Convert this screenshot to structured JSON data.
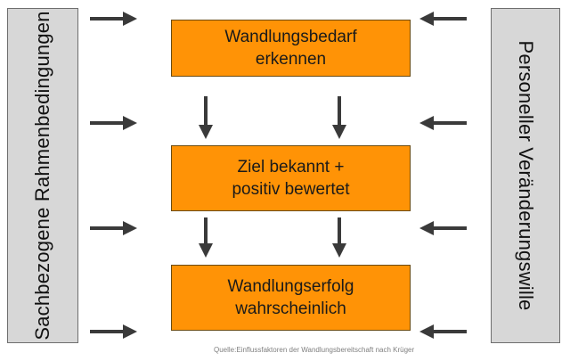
{
  "left_panel": {
    "label": "Sachbezogene Rahmenbedingungen"
  },
  "right_panel": {
    "label": "Personeller  Veränderungswille"
  },
  "boxes": [
    {
      "line1": "Wandlungsbedarf",
      "line2": "erkennen"
    },
    {
      "line1": "Ziel bekannt +",
      "line2": "positiv bewertet"
    },
    {
      "line1": "Wandlungserfolg",
      "line2": "wahrscheinlich"
    }
  ],
  "caption": "Quelle:Einflussfaktoren  der  Wandlungsbereitschaft  nach Krüger",
  "colors": {
    "box_fill": "#ff9306",
    "panel_fill": "#d7d7d7",
    "arrow": "#3a3a3a"
  }
}
